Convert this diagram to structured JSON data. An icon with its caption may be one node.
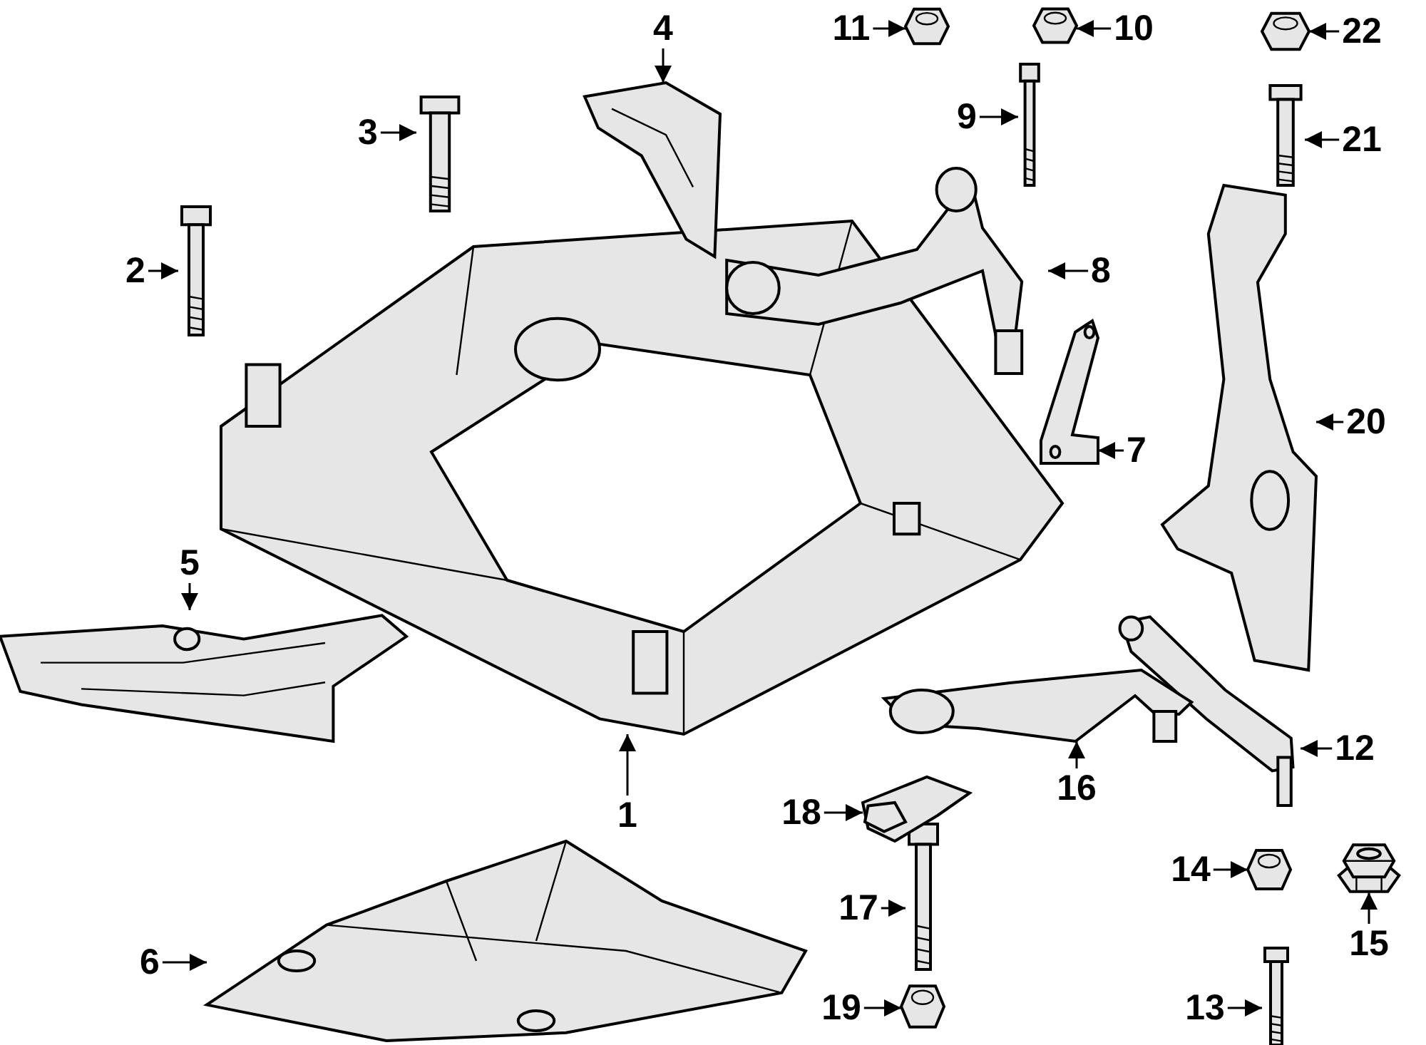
{
  "diagram": {
    "nodes": [
      {
        "text": [
          "1"
        ]
      },
      {
        "text": [
          "2"
        ]
      },
      {
        "text": [
          "3"
        ]
      },
      {
        "text": [
          "4"
        ]
      },
      {
        "text": [
          "5"
        ]
      },
      {
        "text": [
          "6"
        ]
      },
      {
        "text": [
          "7"
        ]
      },
      {
        "text": [
          "8"
        ]
      },
      {
        "text": [
          "9"
        ]
      },
      {
        "text": [
          "10"
        ]
      },
      {
        "text": [
          "11"
        ]
      },
      {
        "text": [
          "12"
        ]
      },
      {
        "text": [
          "13"
        ]
      },
      {
        "text": [
          "14"
        ]
      },
      {
        "text": [
          "15"
        ]
      },
      {
        "text": [
          "16"
        ]
      },
      {
        "text": [
          "17"
        ]
      },
      {
        "text": [
          "18"
        ]
      },
      {
        "text": [
          "19"
        ]
      },
      {
        "text": [
          "20"
        ]
      },
      {
        "text": [
          "21"
        ]
      },
      {
        "text": [
          "22"
        ]
      },
      {
        "text": [],
        "shape": "picture"
      },
      {
        "text": [],
        "shape": "picture"
      },
      {
        "text": [],
        "shape": "picture"
      },
      {
        "text": [],
        "shape": "picture"
      },
      {
        "text": [],
        "shape": "picture"
      },
      {
        "text": [],
        "shape": "picture"
      },
      {
        "text": [],
        "shape": "picture"
      },
      {
        "text": [],
        "shape": "picture"
      },
      {
        "text": [],
        "shape": "picture"
      },
      {
        "text": [],
        "shape": "picture"
      },
      {
        "text": [],
        "shape": "picture"
      },
      {
        "text": [],
        "shape": "picture"
      },
      {
        "text": [],
        "shape": "picture"
      },
      {
        "text": [],
        "shape": "picture"
      },
      {
        "text": [],
        "shape": "picture"
      },
      {
        "text": [],
        "shape": "picture"
      },
      {
        "text": [],
        "shape": "picture"
      },
      {
        "text": [],
        "shape": "picture"
      },
      {
        "text": [],
        "shape": "picture"
      },
      {
        "text": [],
        "shape": "picture"
      },
      {
        "text": [],
        "shape": "picture"
      },
      {
        "text": [],
        "shape": "picture"
      }
    ],
    "edges": [
      {
        "from": 0,
        "to": 22,
        "arrow": "to"
      },
      {
        "from": 1,
        "to": 23,
        "arrow": "to"
      },
      {
        "from": 2,
        "to": 24,
        "arrow": "to"
      },
      {
        "from": 3,
        "to": 25,
        "arrow": "to"
      },
      {
        "from": 4,
        "to": 26,
        "arrow": "to"
      },
      {
        "from": 5,
        "to": 27,
        "arrow": "to"
      },
      {
        "from": 6,
        "to": 28,
        "arrow": "to"
      },
      {
        "from": 7,
        "to": 29,
        "arrow": "to"
      },
      {
        "from": 8,
        "to": 30,
        "arrow": "to"
      },
      {
        "from": 9,
        "to": 31,
        "arrow": "to"
      },
      {
        "from": 10,
        "to": 32,
        "arrow": "to"
      },
      {
        "from": 11,
        "to": 33,
        "arrow": "to"
      },
      {
        "from": 12,
        "to": 34,
        "arrow": "to"
      },
      {
        "from": 13,
        "to": 35,
        "arrow": "to"
      },
      {
        "from": 14,
        "to": 36,
        "arrow": "to"
      },
      {
        "from": 15,
        "to": 37,
        "arrow": "to"
      },
      {
        "from": 16,
        "to": 38,
        "arrow": "to"
      },
      {
        "from": 17,
        "to": 39,
        "arrow": "to"
      },
      {
        "from": 18,
        "to": 40,
        "arrow": "to"
      },
      {
        "from": 19,
        "to": 41,
        "arrow": "to"
      },
      {
        "from": 20,
        "to": 42,
        "arrow": "to"
      },
      {
        "from": 21,
        "to": 43,
        "arrow": "to"
      }
    ]
  }
}
